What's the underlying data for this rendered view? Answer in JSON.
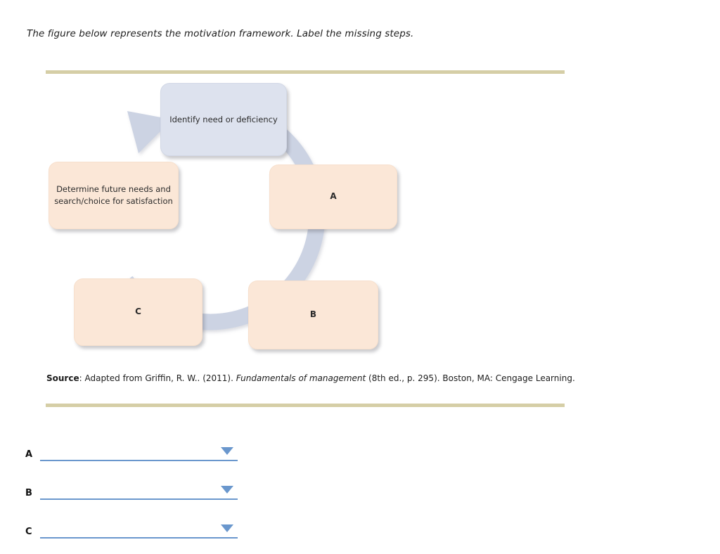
{
  "instruction": "The figure below represents the motivation framework. Label the missing steps.",
  "figure": {
    "nodes": [
      {
        "id": "top",
        "label": "Identify need or deficiency",
        "color": "#dde2ee"
      },
      {
        "id": "right",
        "label": "A",
        "color": "#fbe7d7"
      },
      {
        "id": "bottom",
        "label": "B",
        "color": "#fbe7d7"
      },
      {
        "id": "left_bottom",
        "label": "C",
        "color": "#fbe7d7"
      },
      {
        "id": "left_top",
        "label": "Determine future needs and search/choice for satisfaction",
        "color": "#fbe7d7"
      }
    ],
    "ring_color": "#ccd3e3",
    "rule_color": "#d5cea6",
    "arrow_direction": "clockwise"
  },
  "source": {
    "label": "Source",
    "separator": ": ",
    "before_italic": "Adapted from Griffin, R. W.. (2011). ",
    "italic_title": "Fundamentals of management",
    "after_italic": " (8th ed., p. 295). Boston, MA: Cengage Learning."
  },
  "answers": {
    "accent_color": "#6a97cd",
    "rows": [
      {
        "label": "A",
        "value": "",
        "placeholder": ""
      },
      {
        "label": "B",
        "value": "",
        "placeholder": ""
      },
      {
        "label": "C",
        "value": "",
        "placeholder": ""
      }
    ]
  }
}
